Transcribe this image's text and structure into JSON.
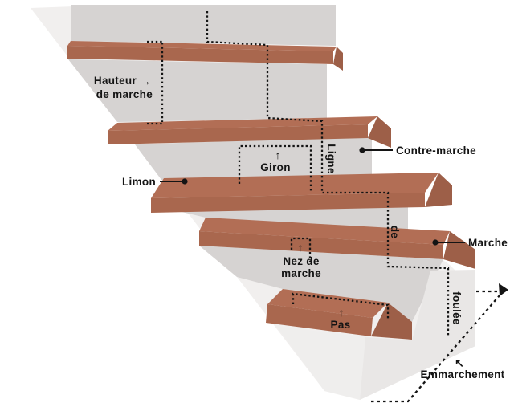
{
  "diagram": {
    "type": "stair-anatomy-diagram",
    "language": "fr",
    "labels": {
      "hauteur_line1": "Hauteur",
      "hauteur_line2": "de marche",
      "limon": "Limon",
      "giron": "Giron",
      "contre_marche": "Contre-marche",
      "marche": "Marche",
      "nez_line1": "Nez de",
      "nez_line2": "marche",
      "pas": "Pas",
      "ligne": "Ligne",
      "de": "de",
      "foulee": "foulée",
      "emmarchement": "Emmarchement",
      "arrow_right": "→",
      "arrow_up": "↑",
      "arrow_up_left": "↖"
    },
    "colors": {
      "background": "#ffffff",
      "step_top": "#b26e55",
      "step_front": "#a9674e",
      "step_end": "#9d5f48",
      "riser_gray": "#d6d3d2",
      "stringer_white": "#f1efee",
      "side_gray": "#e9e7e6",
      "bottom_face": "#efeeed",
      "line_black": "#141414"
    }
  }
}
